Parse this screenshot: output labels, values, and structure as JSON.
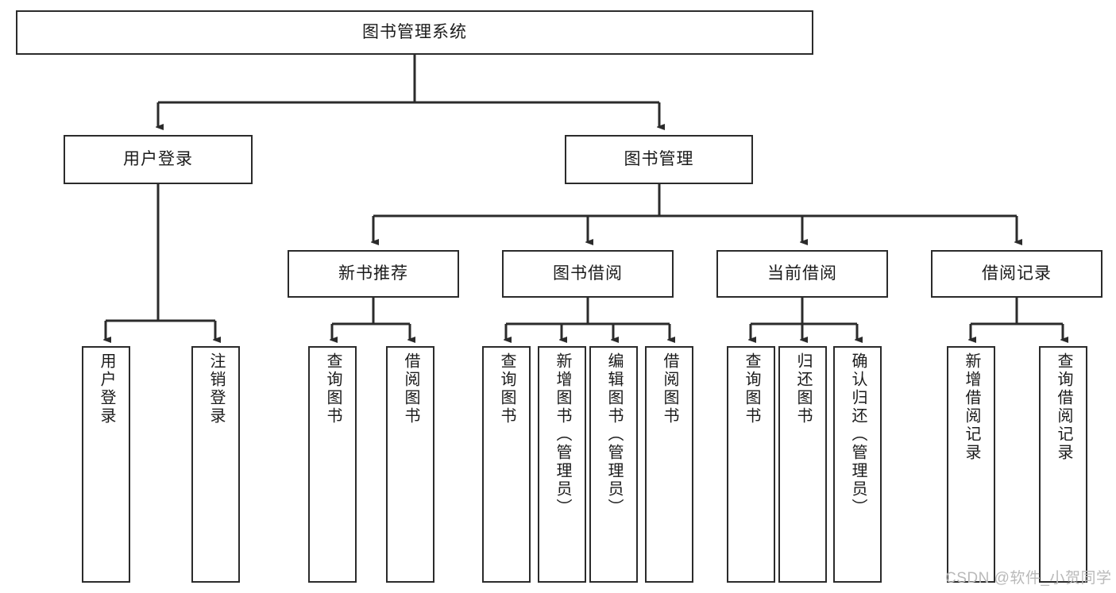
{
  "diagram": {
    "type": "tree",
    "title": "图书管理系统",
    "background": "#ffffff",
    "line_color": "#2b2b2b",
    "box_border_color": "#2b2b2b",
    "text_color": "#1b1b1b",
    "nodes": {
      "root": {
        "label": "图书管理系统"
      },
      "level2": [
        {
          "label": "用户登录"
        },
        {
          "label": "图书管理"
        }
      ],
      "level3": [
        {
          "label": "新书推荐"
        },
        {
          "label": "图书借阅"
        },
        {
          "label": "当前借阅"
        },
        {
          "label": "借阅记录"
        }
      ],
      "leaves": [
        {
          "label": "用户登录"
        },
        {
          "label": "注销登录"
        },
        {
          "label": "查询图书"
        },
        {
          "label": "借阅图书"
        },
        {
          "label": "查询图书"
        },
        {
          "label": "新增图书（管理员）"
        },
        {
          "label": "编辑图书（管理员）"
        },
        {
          "label": "借阅图书"
        },
        {
          "label": "查询图书"
        },
        {
          "label": "归还图书"
        },
        {
          "label": "确认归还（管理员）"
        },
        {
          "label": "新增借阅记录"
        },
        {
          "label": "查询借阅记录"
        }
      ]
    }
  },
  "watermark": {
    "text": "CSDN @软件_小贺同学"
  }
}
